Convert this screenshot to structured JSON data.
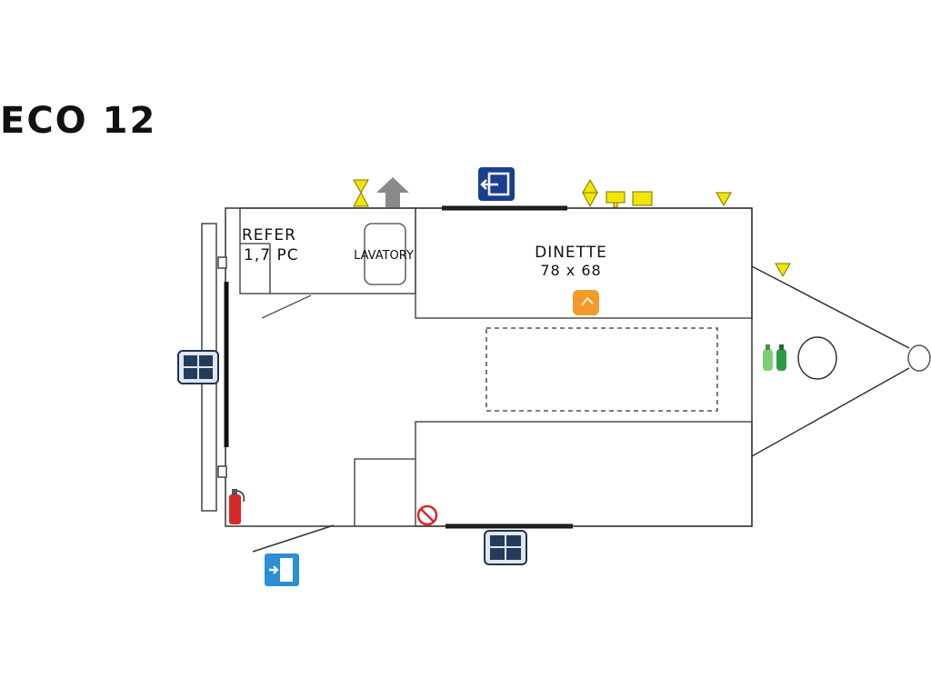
{
  "title": "ECO 12",
  "rooms": {
    "refer_line1": "REFER",
    "refer_line2": "1,7 PC",
    "lavatory": "LAVATORY",
    "dinette_name": "DINETTE",
    "dinette_size": "78 x 68"
  },
  "icons": {
    "window": "window-icon",
    "exit_window": "emergency-exit-icon",
    "entry_door": "entry-door-icon",
    "fire_extinguisher": "fire-extinguisher-icon",
    "no_smoking": "no-smoking-icon",
    "roof_vent": "roof-vent-arrow-icon",
    "heater": "heater-icon",
    "gas_bottles": "gas-bottle-icon",
    "spare_wheel": "spare-wheel-icon",
    "hitch": "hitch-icon",
    "marker_light": "marker-light-icon"
  },
  "colors": {
    "outline": "#333333",
    "marker_yellow": "#f2e600",
    "icon_blue": "#1b3f8f",
    "door_blue": "#2b8fd6",
    "extinguisher_red": "#d8282a",
    "heater_orange": "#f39a2a",
    "gas_green": "#2e9a45",
    "roof_vent_gray": "#8a8a8a"
  }
}
